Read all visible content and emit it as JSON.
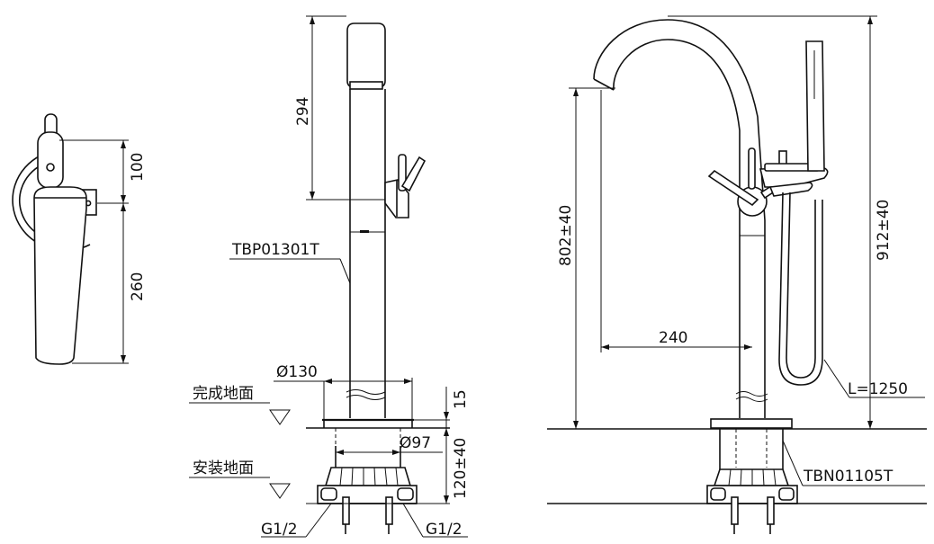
{
  "labels": {
    "dim_side_upper": "100",
    "dim_side_lower": "260",
    "dim_spout_height": "294",
    "model_body": "TBP01301T",
    "dim_flange": "Ø130",
    "finished_floor": "完成地面",
    "dim_finish_thickness": "15",
    "dim_pipe": "Ø97",
    "install_floor": "安装地面",
    "dim_install_depth": "120±40",
    "connection_left": "G1/2",
    "connection_right": "G1/2",
    "dim_spout_outlet": "802±40",
    "dim_total_height": "912±40",
    "dim_reach": "240",
    "hose_length": "L=1250",
    "model_base": "TBN01105T"
  }
}
